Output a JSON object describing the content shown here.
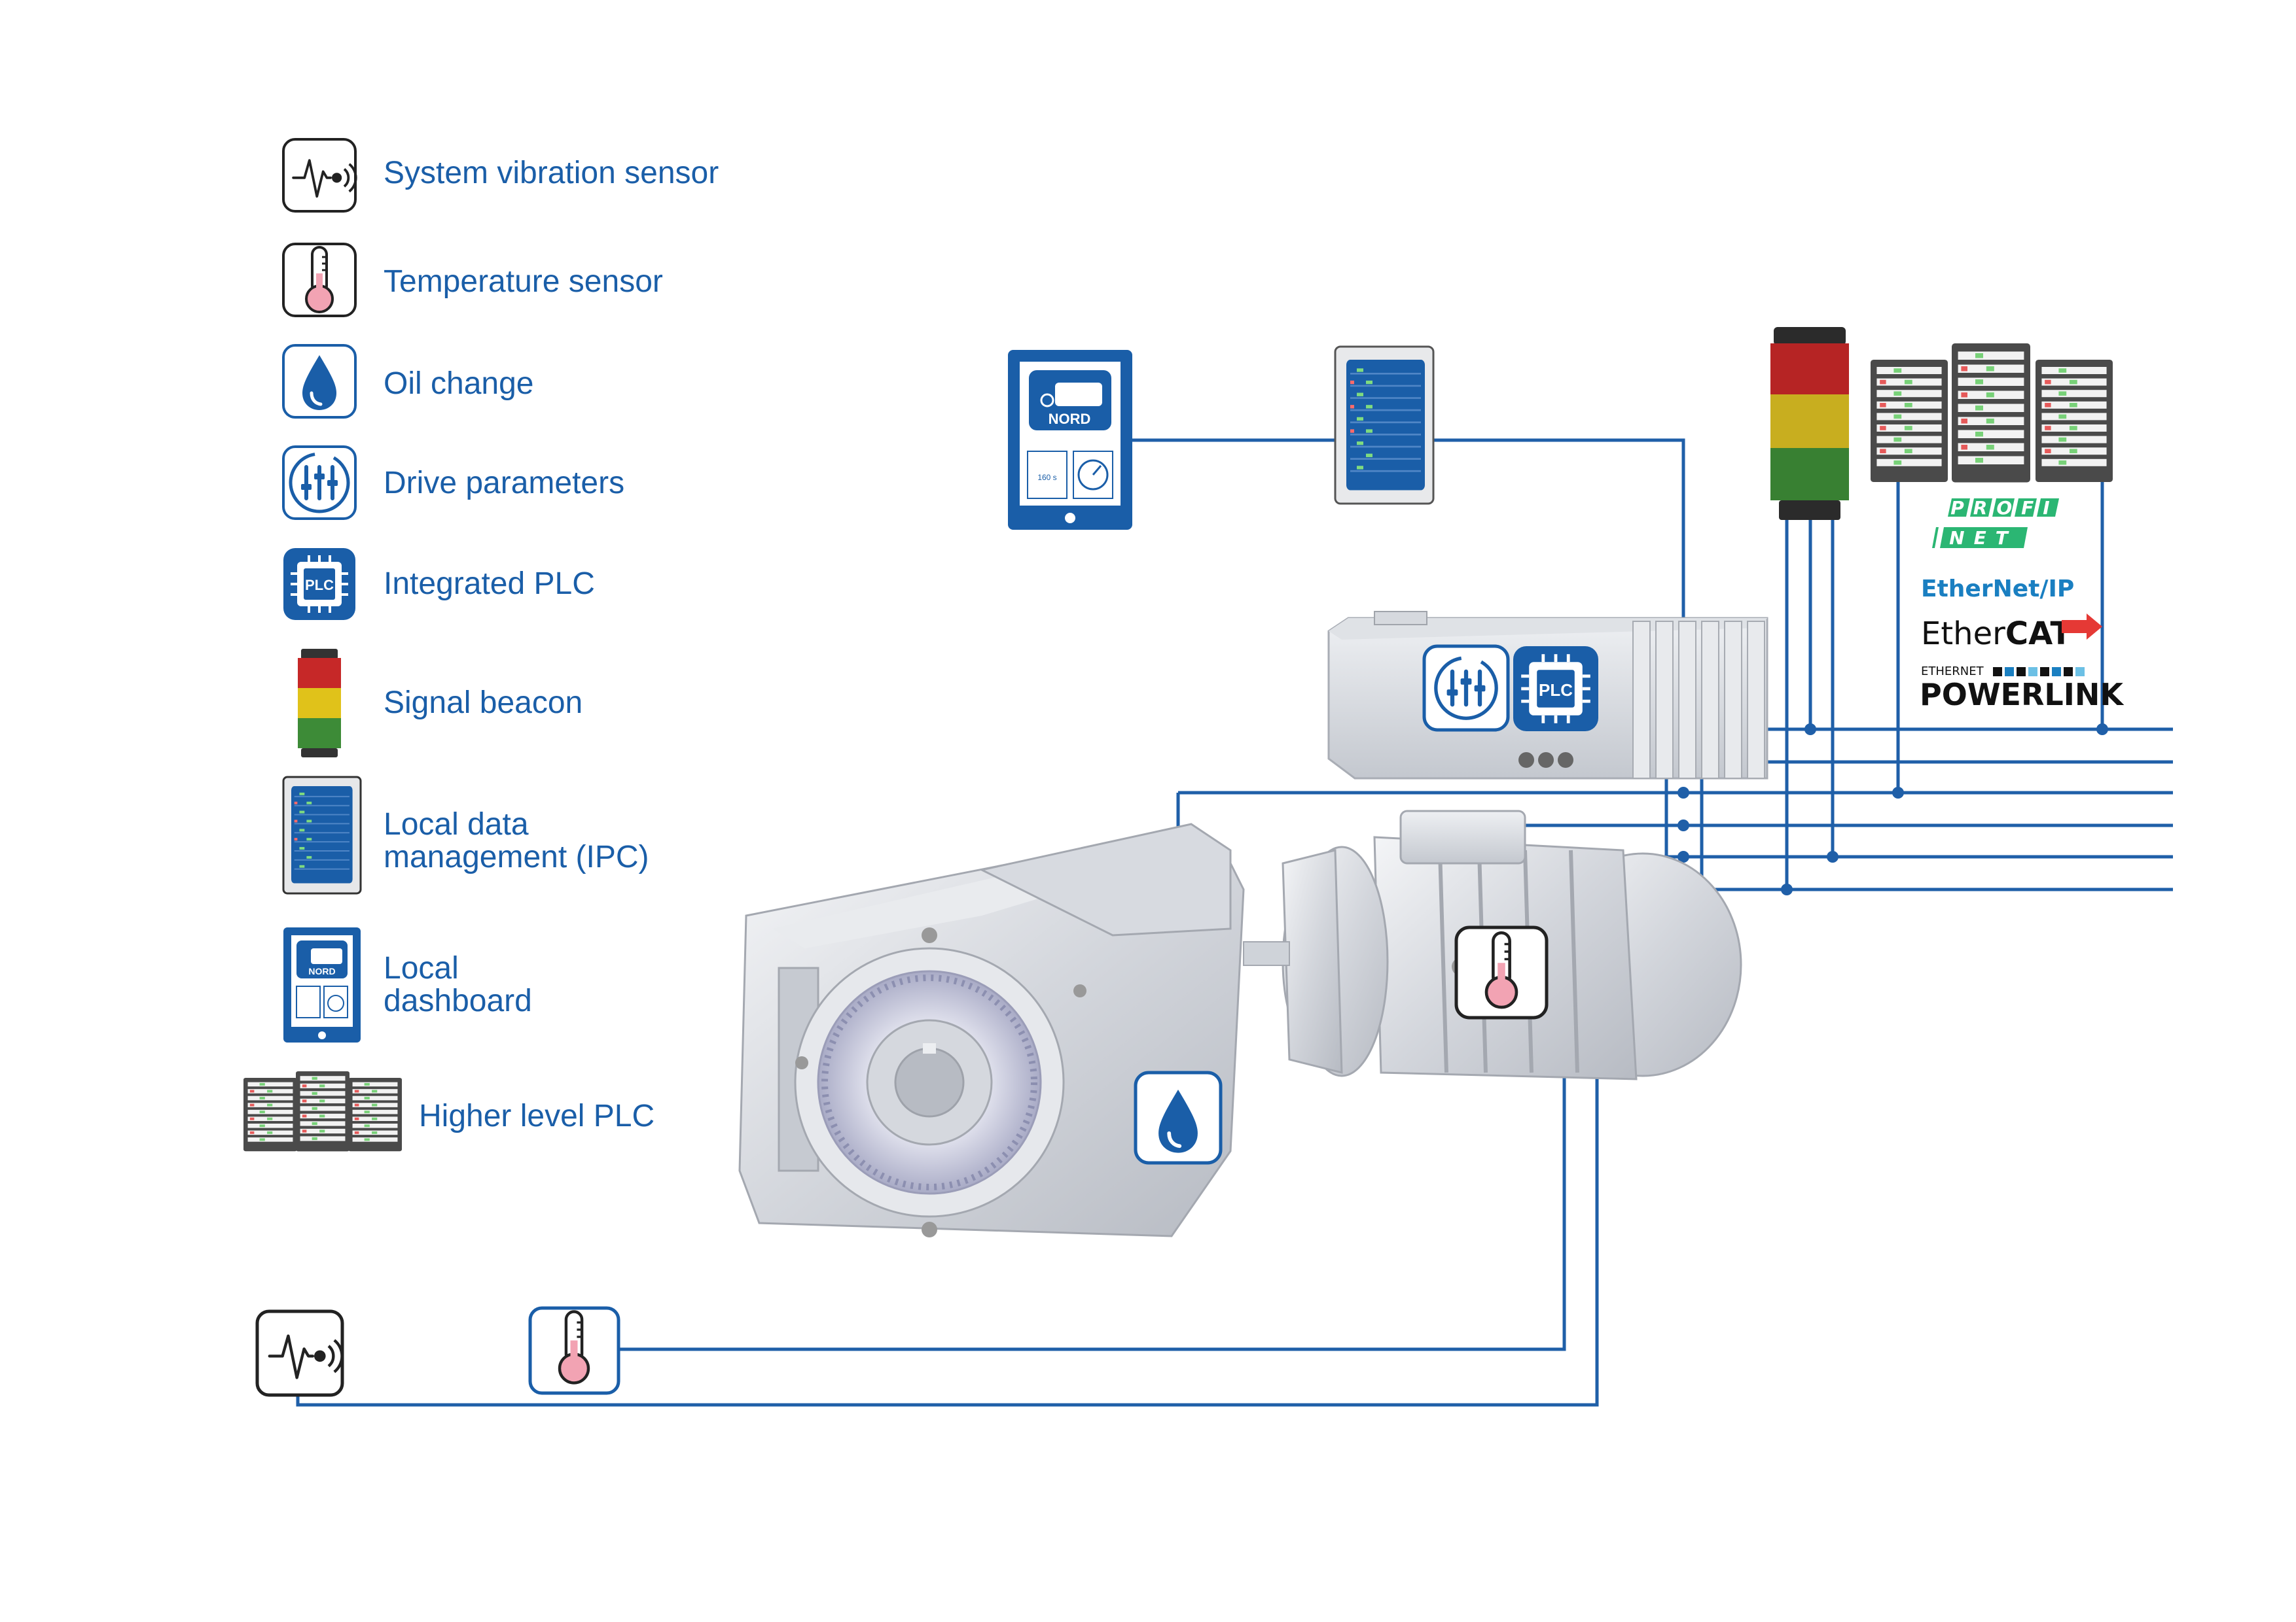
{
  "legend": {
    "vibration": "System vibration sensor",
    "temperature": "Temperature sensor",
    "oil": "Oil change",
    "drive": "Drive parameters",
    "plc": "Integrated PLC",
    "beacon": "Signal beacon",
    "ipc_line1": "Local data",
    "ipc_line2": "management (IPC)",
    "dashboard_line1": "Local",
    "dashboard_line2": "dashboard",
    "higher_plc": "Higher level PLC"
  },
  "icons": {
    "vibration": "vibration-sensor-icon",
    "temperature": "thermometer-icon",
    "oil": "oil-drop-icon",
    "drive": "drive-parameters-icon",
    "plc": "plc-chip-icon",
    "beacon": "signal-beacon-icon",
    "ipc": "ipc-panel-icon",
    "dashboard": "tablet-dashboard-icon",
    "higher_plc": "plc-rack-icon"
  },
  "plc_chip_text": "PLC",
  "dashboard_brand": "NORD",
  "dashboard_readout": "160 s",
  "protocols": {
    "profinet_1": "PROFI",
    "profinet_2": "NET",
    "ethernet_ip_a": "Ether",
    "ethernet_ip_b": "Net",
    "ethernet_ip_c": "/IP",
    "ethercat_a": "Ether",
    "ethercat_b": "CAT",
    "powerlink_small": "ETHERNET",
    "powerlink_big": "POWERLINK"
  },
  "colors": {
    "brand_blue": "#1a5ea8",
    "line_blue": "#1f5fa8",
    "profinet_green": "#2bb673",
    "ethernet_ip_blue": "#1a7fc1",
    "beacon_red": "#c62828",
    "beacon_yellow": "#e0c21a",
    "beacon_green": "#3d8b37",
    "icon_dark": "#222222"
  }
}
